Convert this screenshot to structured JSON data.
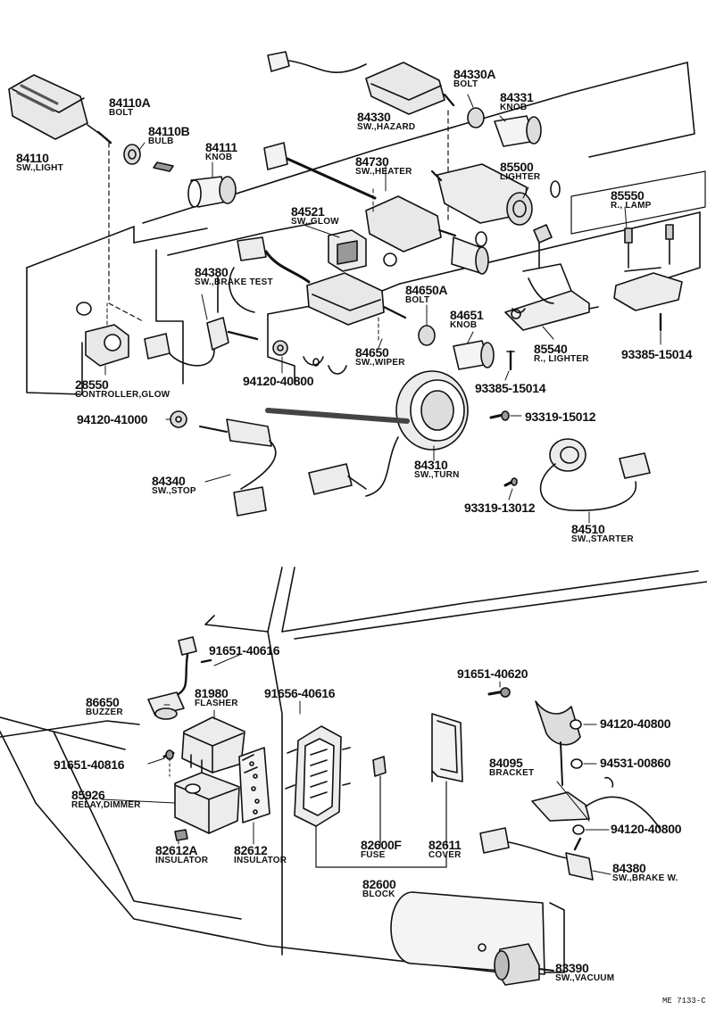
{
  "drawing_ref": "ME 7133-C",
  "parts": [
    {
      "id": "p84110",
      "number": "84110",
      "name": "SW.,LIGHT"
    },
    {
      "id": "p84110a",
      "number": "84110A",
      "name": "BOLT"
    },
    {
      "id": "p84110b",
      "number": "84110B",
      "name": "BULB"
    },
    {
      "id": "p84111",
      "number": "84111",
      "name": "KNOB"
    },
    {
      "id": "p84330",
      "number": "84330",
      "name": "SW.,HAZARD"
    },
    {
      "id": "p84330a",
      "number": "84330A",
      "name": "BOLT"
    },
    {
      "id": "p84331",
      "number": "84331",
      "name": "KNOB"
    },
    {
      "id": "p84730",
      "number": "84730",
      "name": "SW.,HEATER"
    },
    {
      "id": "p85500",
      "number": "85500",
      "name": "LIGHTER"
    },
    {
      "id": "p85550",
      "number": "85550",
      "name": "R., LAMP"
    },
    {
      "id": "p84521",
      "number": "84521",
      "name": "SW.,GLOW"
    },
    {
      "id": "p84380a",
      "number": "84380",
      "name": "SW.,BRAKE TEST"
    },
    {
      "id": "p84650a",
      "number": "84650A",
      "name": "BOLT"
    },
    {
      "id": "p84651",
      "number": "84651",
      "name": "KNOB"
    },
    {
      "id": "p85540",
      "number": "85540",
      "name": "R., LIGHTER"
    },
    {
      "id": "p93385a",
      "number": "93385-15014",
      "name": ""
    },
    {
      "id": "p84650",
      "number": "84650",
      "name": "SW.,WIPER"
    },
    {
      "id": "p28550",
      "number": "28550",
      "name": "CONTROLLER,GLOW"
    },
    {
      "id": "p94120a",
      "number": "94120-40800",
      "name": ""
    },
    {
      "id": "p93385b",
      "number": "93385-15014",
      "name": ""
    },
    {
      "id": "p94120b",
      "number": "94120-41000",
      "name": ""
    },
    {
      "id": "p93319a",
      "number": "93319-15012",
      "name": ""
    },
    {
      "id": "p84340",
      "number": "84340",
      "name": "SW.,STOP"
    },
    {
      "id": "p84310",
      "number": "84310",
      "name": "SW.,TURN"
    },
    {
      "id": "p93319b",
      "number": "93319-13012",
      "name": ""
    },
    {
      "id": "p84510",
      "number": "84510",
      "name": "SW.,STARTER"
    },
    {
      "id": "p91651a",
      "number": "91651-40616",
      "name": ""
    },
    {
      "id": "p86650",
      "number": "86650",
      "name": "BUZZER"
    },
    {
      "id": "p81980",
      "number": "81980",
      "name": "FLASHER"
    },
    {
      "id": "p91656",
      "number": "91656-40616",
      "name": ""
    },
    {
      "id": "p91651b",
      "number": "91651-40620",
      "name": ""
    },
    {
      "id": "p94120c",
      "number": "94120-40800",
      "name": ""
    },
    {
      "id": "p91651c",
      "number": "91651-40816",
      "name": ""
    },
    {
      "id": "p85926",
      "number": "85926",
      "name": "RELAY,DIMMER"
    },
    {
      "id": "p84095",
      "number": "84095",
      "name": "BRACKET"
    },
    {
      "id": "p94531",
      "number": "94531-00860",
      "name": ""
    },
    {
      "id": "p94120d",
      "number": "94120-40800",
      "name": ""
    },
    {
      "id": "p82612a",
      "number": "82612A",
      "name": "INSULATOR"
    },
    {
      "id": "p82612",
      "number": "82612",
      "name": "INSULATOR"
    },
    {
      "id": "p82600f",
      "number": "82600F",
      "name": "FUSE"
    },
    {
      "id": "p82611",
      "number": "82611",
      "name": "COVER"
    },
    {
      "id": "p84380b",
      "number": "84380",
      "name": "SW.,BRAKE W."
    },
    {
      "id": "p82600",
      "number": "82600",
      "name": "BLOCK"
    },
    {
      "id": "p83390",
      "number": "83390",
      "name": "SW.,VACUUM"
    }
  ]
}
